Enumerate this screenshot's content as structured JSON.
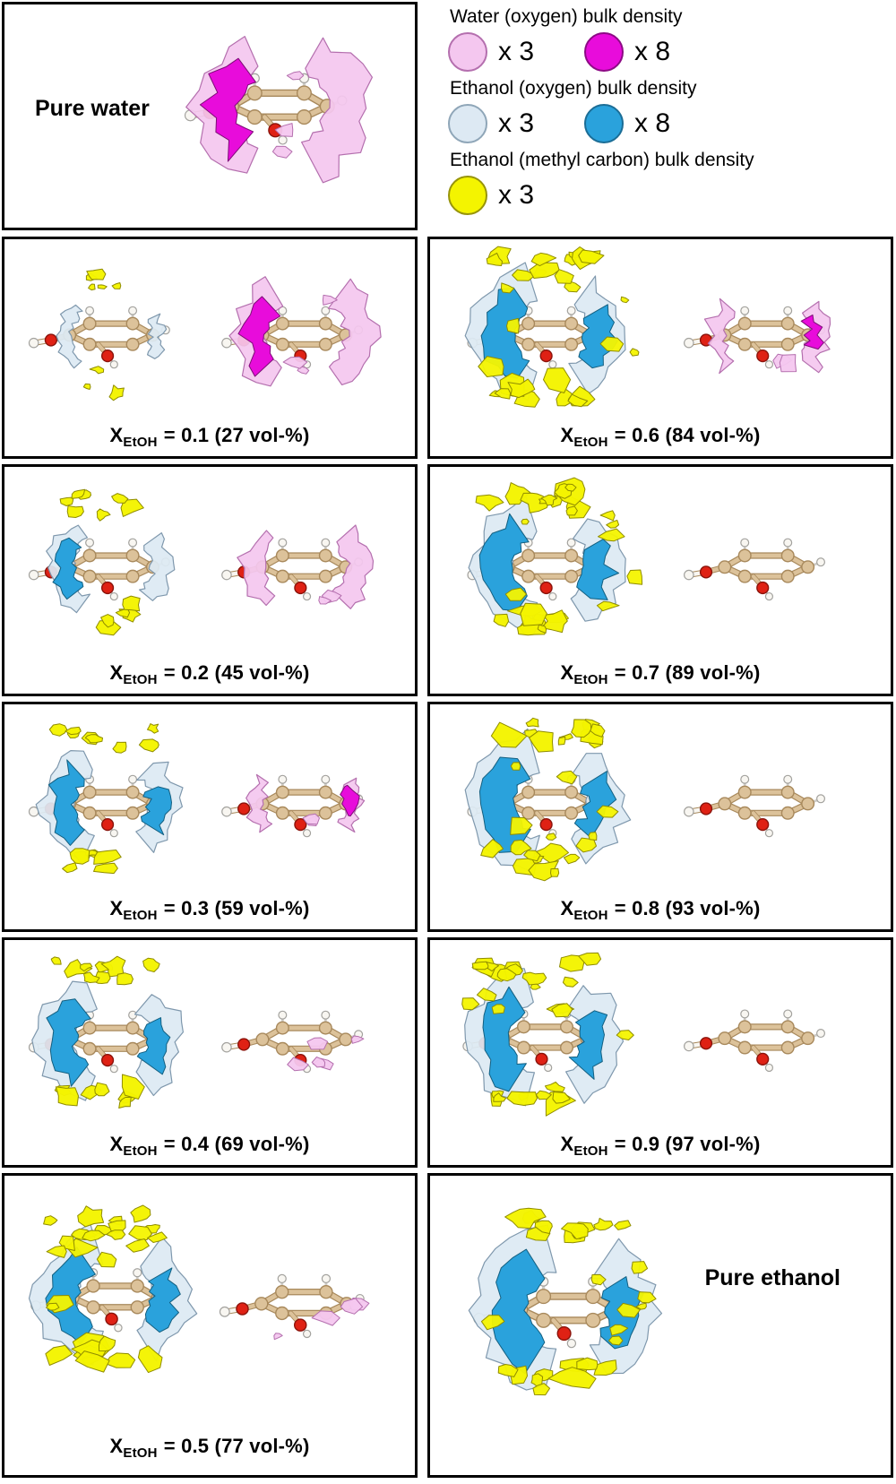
{
  "legend": {
    "groups": [
      {
        "title": "Water (oxygen) bulk density",
        "swatches": [
          {
            "label": "x 3",
            "color": "#f4c7ef",
            "border": "#b46fae"
          },
          {
            "label": "x 8",
            "color": "#e80cdb",
            "border": "#8d0a85"
          }
        ]
      },
      {
        "title": "Ethanol (oxygen) bulk density",
        "swatches": [
          {
            "label": "x 3",
            "color": "#dde9f3",
            "border": "#8fa6b8"
          },
          {
            "label": "x 8",
            "color": "#2aa2dc",
            "border": "#1b6d96"
          }
        ]
      },
      {
        "title": "Ethanol (methyl carbon) bulk density",
        "swatches": [
          {
            "label": "x 3",
            "color": "#f4f400",
            "border": "#97940a"
          }
        ]
      }
    ]
  },
  "panels": [
    {
      "id": "pure-water",
      "caption": {
        "text": "Pure water"
      },
      "scenes": [
        {
          "type": "water",
          "level": 1.0
        }
      ]
    },
    {
      "id": "x01",
      "x_etoh": 0.1,
      "vol_percent": 27,
      "caption": {
        "x": "X",
        "sub": "EtOH",
        "rest": "= 0.1 (27 vol-%)"
      },
      "scenes": [
        {
          "type": "ethanol",
          "level": 0.22
        },
        {
          "type": "water",
          "level": 0.85
        }
      ]
    },
    {
      "id": "x06",
      "x_etoh": 0.6,
      "vol_percent": 84,
      "caption": {
        "x": "X",
        "sub": "EtOH",
        "rest": "= 0.6 (84 vol-%)"
      },
      "scenes": [
        {
          "type": "ethanol",
          "level": 0.95
        },
        {
          "type": "water",
          "level": 0.45
        }
      ]
    },
    {
      "id": "x02",
      "x_etoh": 0.2,
      "vol_percent": 45,
      "caption": {
        "x": "X",
        "sub": "EtOH",
        "rest": "= 0.2 (45 vol-%)"
      },
      "scenes": [
        {
          "type": "ethanol",
          "level": 0.5
        },
        {
          "type": "water",
          "level": 0.6
        }
      ]
    },
    {
      "id": "x07",
      "x_etoh": 0.7,
      "vol_percent": 89,
      "caption": {
        "x": "X",
        "sub": "EtOH",
        "rest": "= 0.7 (89 vol-%)"
      },
      "scenes": [
        {
          "type": "ethanol",
          "level": 0.95
        },
        {
          "type": "water",
          "level": 0
        }
      ]
    },
    {
      "id": "x03",
      "x_etoh": 0.3,
      "vol_percent": 59,
      "caption": {
        "x": "X",
        "sub": "EtOH",
        "rest": "= 0.3 (59 vol-%)"
      },
      "scenes": [
        {
          "type": "ethanol",
          "level": 0.75
        },
        {
          "type": "water",
          "level": 0.3
        }
      ]
    },
    {
      "id": "x08",
      "x_etoh": 0.8,
      "vol_percent": 93,
      "caption": {
        "x": "X",
        "sub": "EtOH",
        "rest": "= 0.8 (93 vol-%)"
      },
      "scenes": [
        {
          "type": "ethanol",
          "level": 1.0
        },
        {
          "type": "water",
          "level": 0
        }
      ]
    },
    {
      "id": "x04",
      "x_etoh": 0.4,
      "vol_percent": 69,
      "caption": {
        "x": "X",
        "sub": "EtOH",
        "rest": "= 0.4 (69 vol-%)"
      },
      "scenes": [
        {
          "type": "ethanol",
          "level": 0.85
        },
        {
          "type": "water",
          "level": 0.15
        }
      ]
    },
    {
      "id": "x09",
      "x_etoh": 0.9,
      "vol_percent": 97,
      "caption": {
        "x": "X",
        "sub": "EtOH",
        "rest": "= 0.9 (97 vol-%)"
      },
      "scenes": [
        {
          "type": "ethanol",
          "level": 1.05
        },
        {
          "type": "water",
          "level": 0
        }
      ]
    },
    {
      "id": "x05",
      "x_etoh": 0.5,
      "vol_percent": 77,
      "caption": {
        "x": "X",
        "sub": "EtOH",
        "rest": "= 0.5 (77 vol-%)"
      },
      "scenes": [
        {
          "type": "ethanol",
          "level": 0.95
        },
        {
          "type": "water",
          "level": 0.12
        }
      ]
    },
    {
      "id": "pure-ethanol",
      "caption": {
        "text": "Pure ethanol"
      },
      "scenes": [
        {
          "type": "ethanol",
          "level": 1.1
        }
      ]
    }
  ]
}
